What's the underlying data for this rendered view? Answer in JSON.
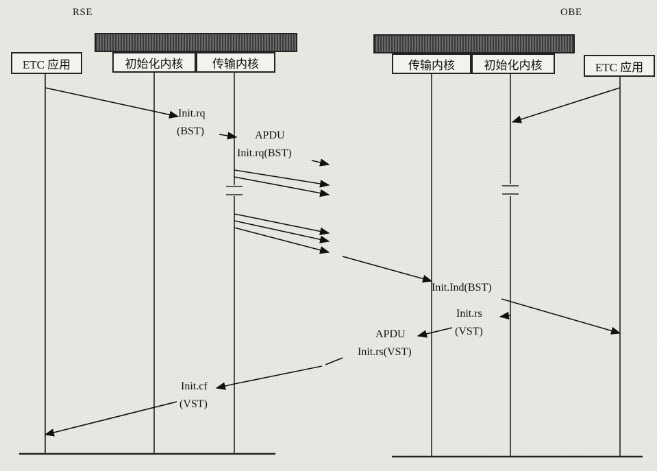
{
  "rse": {
    "title": "RSE",
    "lanes": {
      "etc_app": "ETC 应用",
      "init_kernel": "初始化内核",
      "transport_kernel": "传输内核"
    }
  },
  "obe": {
    "title": "OBE",
    "lanes": {
      "transport_kernel": "传输内核",
      "init_kernel": "初始化内核",
      "etc_app": "ETC 应用"
    }
  },
  "messages": {
    "init_rq_1": "Init.rq",
    "init_rq_2": "(BST)",
    "apdu_1": "APDU",
    "apdu_init_rq": "Init.rq(BST)",
    "init_ind": "Init.Ind(BST)",
    "init_rs_1": "Init.rs",
    "init_rs_2": "(VST)",
    "apdu_2": "APDU",
    "apdu_init_rs": "Init.rs(VST)",
    "init_cf_1": "Init.cf",
    "init_cf_2": "(VST)"
  }
}
